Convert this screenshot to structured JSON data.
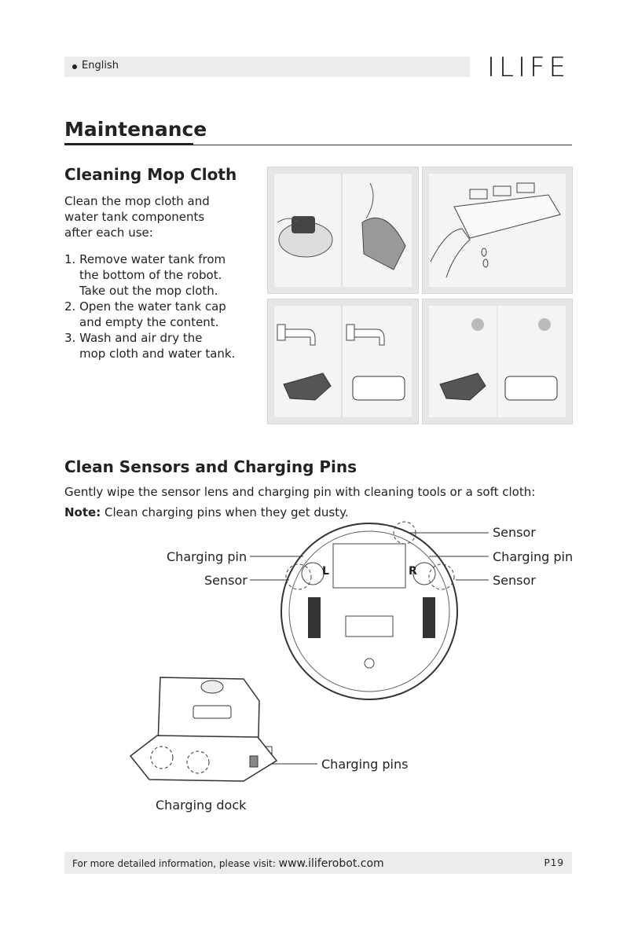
{
  "header": {
    "language": "English",
    "logo": "ILIFE"
  },
  "section": {
    "title": "Maintenance"
  },
  "mop": {
    "title": "Cleaning Mop Cloth",
    "intro": [
      "Clean the mop cloth and",
      "water tank components",
      "after each use:"
    ],
    "steps": [
      [
        "1. Remove water tank from",
        "the bottom of the robot.",
        "Take out the mop cloth."
      ],
      [
        "2. Open the water tank cap",
        "and empty the content."
      ],
      [
        "3. Wash and air dry the",
        "mop cloth and water tank."
      ]
    ]
  },
  "sensors": {
    "title": "Clean Sensors and Charging Pins",
    "desc": "Gently wipe the sensor lens and charging pin with cleaning tools or a soft cloth:",
    "note_label": "Note:",
    "note_text": " Clean charging pins when they get dusty.",
    "callouts": {
      "sensor_top": "Sensor",
      "charging_pin_left": "Charging pin",
      "charging_pin_right": "Charging pin",
      "sensor_left": "Sensor",
      "sensor_right": "Sensor",
      "charging_pins": "Charging pins",
      "charging_dock": "Charging dock"
    },
    "wheel_marks": {
      "left": "L",
      "right": "R"
    }
  },
  "footer": {
    "text": "For more detailed information, please visit: ",
    "url": "www.iliferobot.com",
    "page": "P19"
  }
}
